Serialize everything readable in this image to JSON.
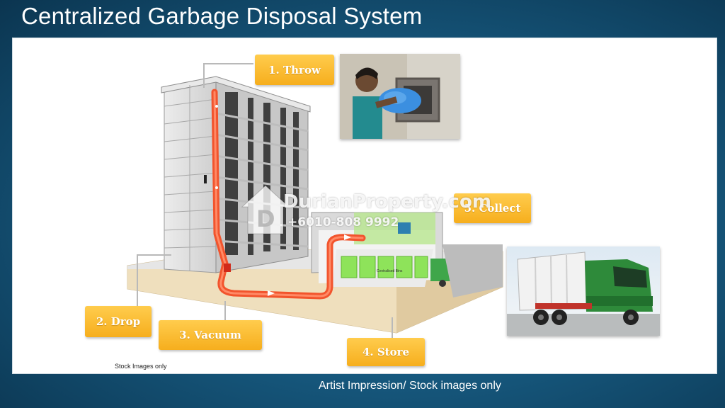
{
  "slide": {
    "title": "Centralized Garbage Disposal System",
    "footer": "Artist Impression/ Stock images only",
    "stock_note": "Stock Images only"
  },
  "steps": {
    "throw": "1. Throw",
    "drop": "2. Drop",
    "vacuum": "3. Vacuum",
    "store": "4. Store",
    "collect": "5. Collect"
  },
  "diagram": {
    "bin_label": "Centralised Bins",
    "colors": {
      "chute": "#f2542d",
      "bins": "#8ee35a",
      "truck": "#3fa64a",
      "step_box": "#f6ae1d"
    }
  },
  "watermark": {
    "text": "DurianProperty.com",
    "phone": "+6010-808 9992"
  },
  "icons": [
    "durian-logo-icon"
  ]
}
